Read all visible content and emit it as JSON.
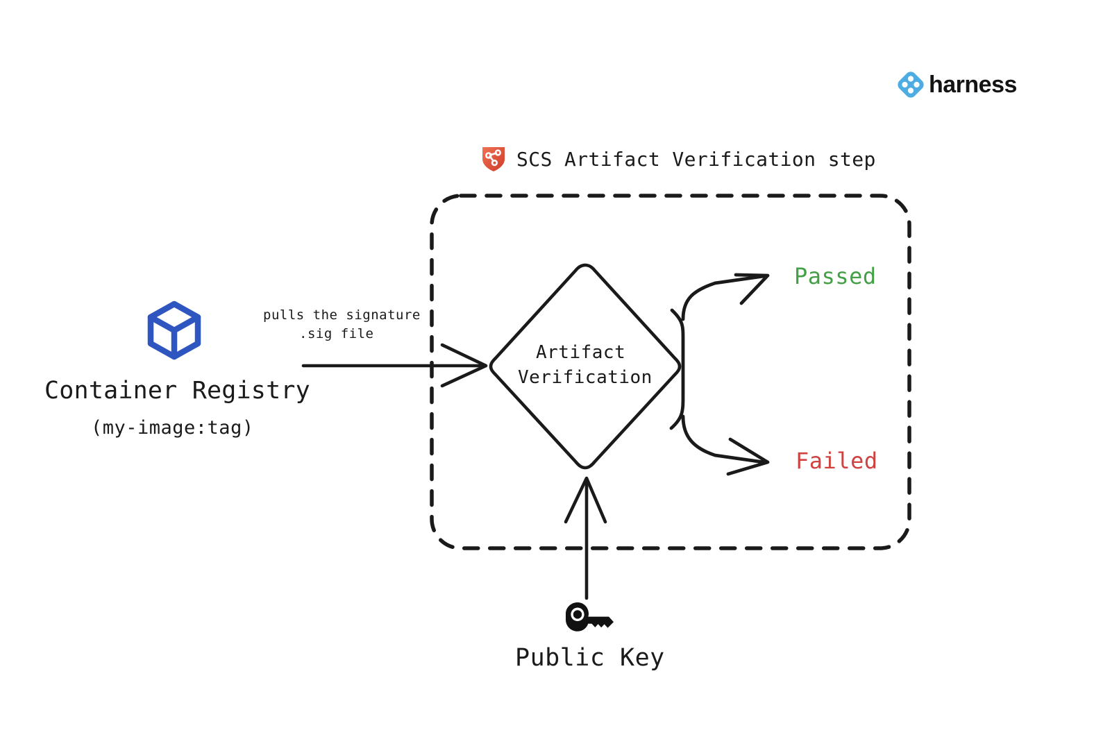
{
  "brand": {
    "name": "harness",
    "icon": "harness-diamond-icon",
    "color": "#4DADE3"
  },
  "step": {
    "icon": "scs-shield-icon",
    "icon_color": "#e2573e",
    "label": "SCS Artifact Verification step",
    "boundary_style": "dashed"
  },
  "source": {
    "icon": "container-cube-icon",
    "icon_color": "#2F55C0",
    "title": "Container Registry",
    "subtitle": "(my-image:tag)"
  },
  "edges": {
    "registry_to_verification": {
      "annotation_line1": "pulls the signature",
      "annotation_line2": ".sig file"
    }
  },
  "decision": {
    "line1": "Artifact",
    "line2": "Verification"
  },
  "outcomes": [
    {
      "label": "Passed",
      "color": "#44a047"
    },
    {
      "label": "Failed",
      "color": "#d0423f"
    }
  ],
  "key": {
    "icon": "key-icon",
    "label": "Public Key"
  }
}
